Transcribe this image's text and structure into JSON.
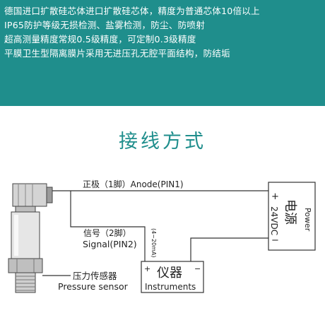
{
  "banner": {
    "lines": [
      "德国进口扩散硅芯体进口扩散硅芯体，精度为普通芯体10倍以上",
      "IP65防护等级无损检测、盐雾检测，防尘、防喷射",
      "超高测量精度常规0.5级精度，可定制0.3级精度",
      "平膜卫生型隔离膜片采用无进压孔无腔平面结构，防结垢"
    ]
  },
  "title": "接线方式",
  "wires": {
    "anode_label": "正极（1脚）Anode(PIN1)",
    "signal_cn": "信号（2脚）",
    "signal_en": "Signal(PIN2)",
    "current_range": "(4~20mA)"
  },
  "sensor": {
    "label_cn": "压力传感器",
    "label_en": "Pressure sensor"
  },
  "power": {
    "plus": "+",
    "minus": "−",
    "voltage": "24VDC",
    "label_cn": "电源",
    "label_en": "Power"
  },
  "instrument": {
    "plus": "+",
    "minus": "−",
    "label_cn": "仪器",
    "label_en": "Instruments"
  },
  "colors": {
    "banner_bg": "#1f8e8c",
    "title": "#1f8e8c",
    "line": "#333333"
  }
}
